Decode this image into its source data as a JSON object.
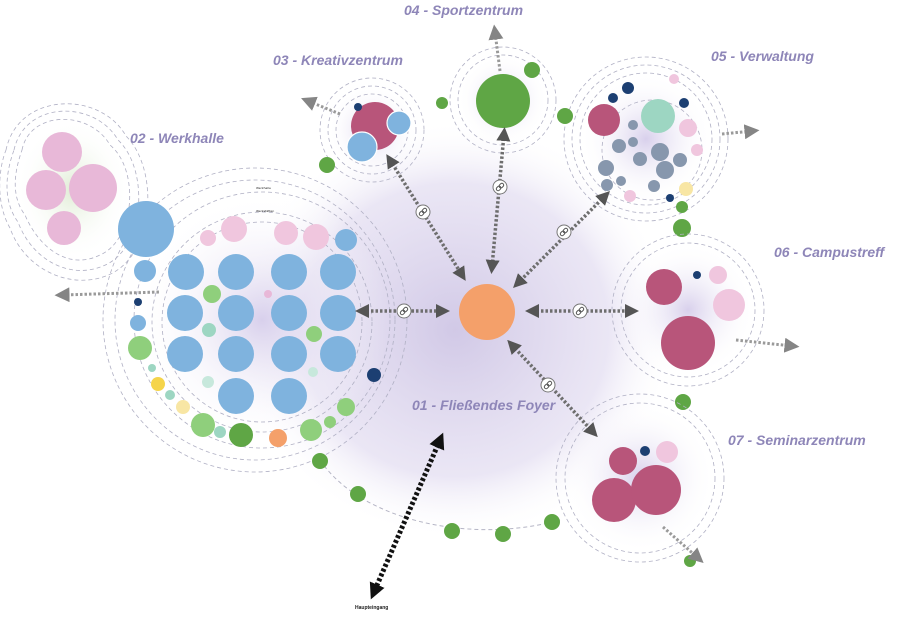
{
  "zones": {
    "foyer": "01 - Fließendes Foyer",
    "werkhalle": "02 - Werkhalle",
    "kreativ": "03 - Kreativzentrum",
    "sport": "04 - Sportzentrum",
    "verwaltung": "05 - Verwaltung",
    "campustreff": "06 - Campustreff",
    "seminar": "07 - Seminarzentrum"
  },
  "labels": {
    "werkhalle_group": "Werkhalle",
    "werkstaetten_group": "Werkstätten",
    "entrance": "Haupteingang"
  },
  "colors": {
    "blue": "#7fb3de",
    "green": "#5fa645",
    "pink": "#e8b8d8",
    "burgundy": "#b8557a",
    "navy": "#1c3f72",
    "mint": "#9dd6c2",
    "slate": "#8797ad",
    "yellow": "#f5d44a",
    "orange": "#f4a06a",
    "lightgreen": "#8fcf7c",
    "lavender": "#d9d2ea"
  }
}
